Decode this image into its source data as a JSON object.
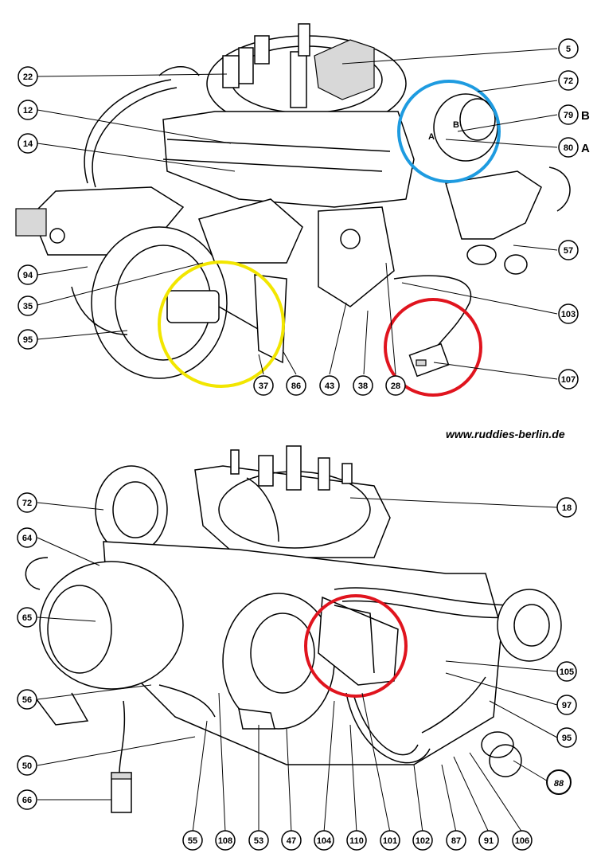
{
  "website": "www.ruddies-berlin.de",
  "top_callouts": {
    "c22": "22",
    "c12": "12",
    "c14": "14",
    "c94": "94",
    "c35": "35",
    "c95": "95",
    "c5": "5",
    "c72": "72",
    "c79": "79",
    "c80": "80",
    "c57": "57",
    "c103": "103",
    "c107": "107",
    "c37": "37",
    "c86": "86",
    "c43": "43",
    "c38": "38",
    "c28": "28"
  },
  "top_side_labels": {
    "b": "B",
    "a": "A"
  },
  "inline_labels": {
    "a": "A",
    "b": "B"
  },
  "bottom_callouts": {
    "c72": "72",
    "c64": "64",
    "c65": "65",
    "c56": "56",
    "c50": "50",
    "c66": "66",
    "c18": "18",
    "c105": "105",
    "c97": "97",
    "c95": "95",
    "c88": "88",
    "c55": "55",
    "c108": "108",
    "c53": "53",
    "c47": "47",
    "c104": "104",
    "c110": "110",
    "c101": "101",
    "c102": "102",
    "c87": "87",
    "c91": "91",
    "c106": "106"
  },
  "highlight_colors": {
    "blue": "#1e9be0",
    "yellow": "#f2e600",
    "red": "#e0141e"
  }
}
